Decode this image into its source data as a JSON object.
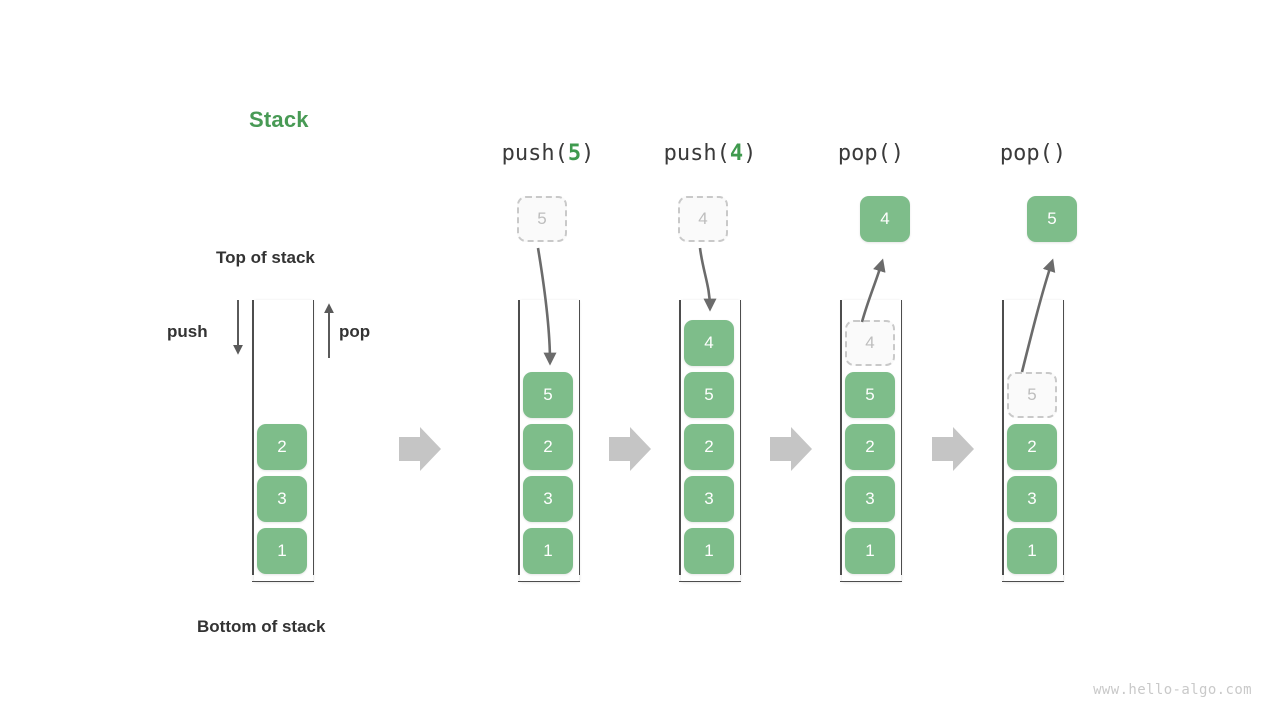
{
  "diagram": {
    "title": "Stack",
    "title_color": "#489a55",
    "cell_color": "#7ebd8a",
    "ghost_color": "#c9c9c9",
    "arrow_color": "#c5c5c5",
    "watermark": "www.hello-algo.com"
  },
  "labels": {
    "top_of_stack": "Top of stack",
    "bottom_of_stack": "Bottom of stack",
    "push": "push",
    "pop": "pop"
  },
  "steps": [
    {
      "id": "initial",
      "header_prefix": "",
      "header_arg": "",
      "header_suffix": "",
      "stack": [
        "2",
        "3",
        "1"
      ],
      "incoming": null,
      "outgoing": null,
      "ghost_in_stack": null
    },
    {
      "id": "push-5",
      "header_prefix": "push(",
      "header_arg": "5",
      "header_suffix": ")",
      "stack": [
        "5",
        "2",
        "3",
        "1"
      ],
      "incoming": "5",
      "outgoing": null,
      "ghost_in_stack": null
    },
    {
      "id": "push-4",
      "header_prefix": "push(",
      "header_arg": "4",
      "header_suffix": ")",
      "stack": [
        "4",
        "5",
        "2",
        "3",
        "1"
      ],
      "incoming": "4",
      "outgoing": null,
      "ghost_in_stack": null
    },
    {
      "id": "pop-1",
      "header_prefix": "pop(",
      "header_arg": "",
      "header_suffix": ")",
      "stack": [
        "5",
        "2",
        "3",
        "1"
      ],
      "incoming": null,
      "outgoing": "4",
      "ghost_in_stack": "4"
    },
    {
      "id": "pop-2",
      "header_prefix": "pop(",
      "header_arg": "",
      "header_suffix": ")",
      "stack": [
        "2",
        "3",
        "1"
      ],
      "incoming": null,
      "outgoing": "5",
      "ghost_in_stack": "5"
    }
  ]
}
